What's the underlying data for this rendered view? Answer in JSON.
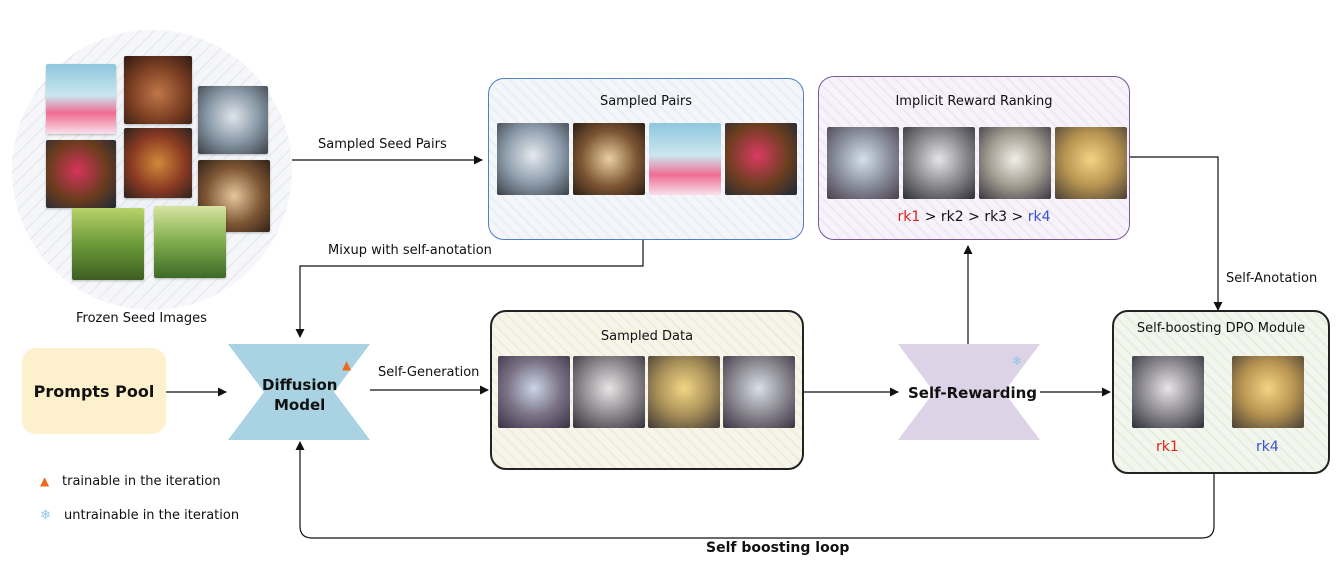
{
  "seed_panel": {
    "caption": "Frozen Seed Images"
  },
  "arrows": {
    "sampled_seed_pairs": "Sampled Seed Pairs",
    "mixup": "Mixup with self-anotation",
    "self_generation": "Self-Generation",
    "self_anotation": "Self-Anotation",
    "loop": "Self boosting loop"
  },
  "prompts_pool": {
    "label": "Prompts Pool"
  },
  "diffusion_model": {
    "label_line1": "Diffusion",
    "label_line2": "Model",
    "status_icon": "fire-icon"
  },
  "self_rewarding": {
    "label": "Self-Rewarding",
    "status_icon": "snowflake-icon"
  },
  "sampled_pairs": {
    "title": "Sampled Pairs"
  },
  "sampled_data": {
    "title": "Sampled Data"
  },
  "implicit_reward_ranking": {
    "title": "Implicit Reward Ranking",
    "ranking": [
      {
        "text": "rk1",
        "color": "#e0211d"
      },
      {
        "text": " > ",
        "color": "#111111"
      },
      {
        "text": "rk2",
        "color": "#111111"
      },
      {
        "text": " > ",
        "color": "#111111"
      },
      {
        "text": "rk3",
        "color": "#111111"
      },
      {
        "text": " > ",
        "color": "#111111"
      },
      {
        "text": "rk4",
        "color": "#3a4fd6"
      }
    ]
  },
  "dpo_module": {
    "title": "Self-boosting DPO Module",
    "left_rank": "rk1",
    "right_rank": "rk4",
    "left_color": "#e0211d",
    "right_color": "#3a4fd6"
  },
  "legend": {
    "trainable": "trainable in the iteration",
    "untrainable": "untrainable in the iteration",
    "trainable_icon": "fire-icon",
    "untrainable_icon": "snowflake-icon"
  },
  "colors": {
    "prompts_pool_fill": "#fdf0cc",
    "diffusion_fill": "#a9d3e2",
    "rewarding_fill": "#dcd3e6",
    "pairs_border": "#4f7fc4",
    "ranking_border": "#7a5a96",
    "data_border": "#222222",
    "dpo_border": "#222222"
  }
}
